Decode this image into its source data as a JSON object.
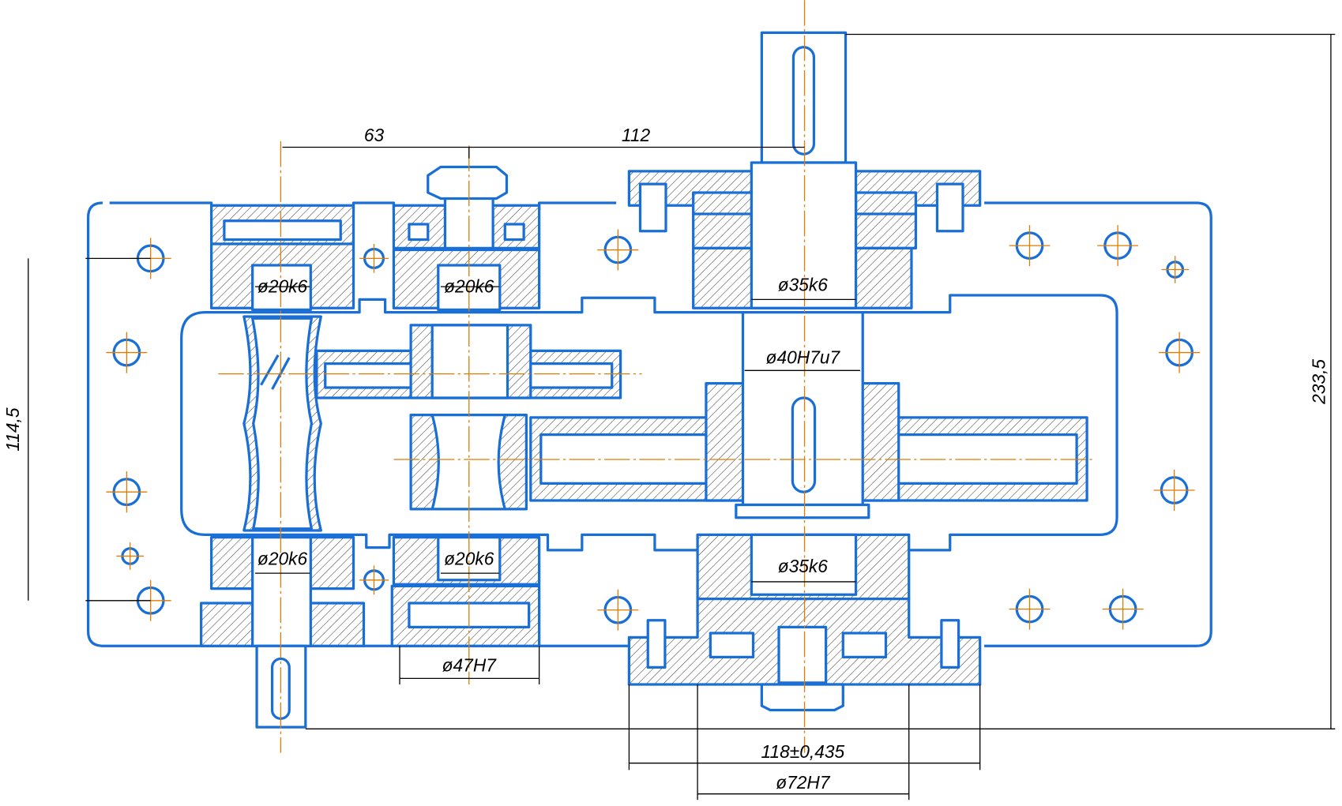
{
  "drawing": {
    "title": "Gear reducer assembly section",
    "colors": {
      "outline": "#1a6fd6",
      "centerline": "#e07b00",
      "dimension": "#000000"
    },
    "dimensions": {
      "center_distance_1": "63",
      "center_distance_2": "112",
      "bolt_spacing_vertical": "114,5",
      "overall_height": "233,5",
      "left_top_bearing_fit": "ø20k6",
      "middle_top_bearing_fit": "ø20k6",
      "left_bottom_bearing_fit": "ø20k6",
      "middle_bottom_bearing_fit": "ø20k6",
      "right_top_bearing_fit": "ø35k6",
      "right_bottom_bearing_fit": "ø35k6",
      "gear_hub_fit": "ø40H7u7",
      "middle_housing_bore": "ø47H7",
      "cover_bolt_spacing": "118±0,435",
      "right_housing_bore": "ø72H7"
    }
  }
}
